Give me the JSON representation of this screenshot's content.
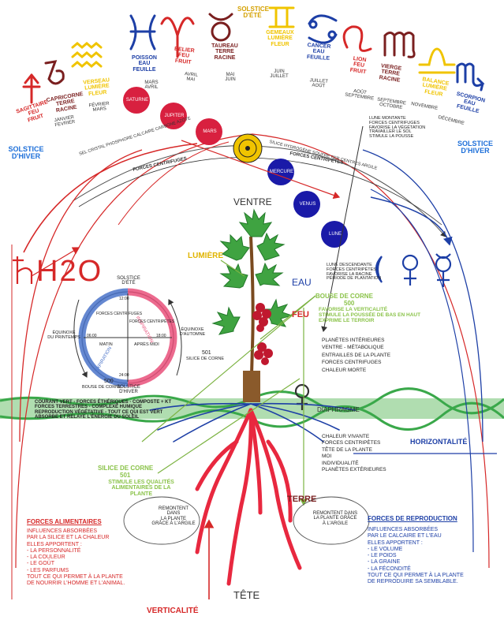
{
  "zodiac": [
    {
      "label": "SAGITTAIRE\nFEU\nFRUIT",
      "dates": "",
      "color": "#d62828"
    },
    {
      "label": "CAPRICORNE\nTERRE\nRACINE",
      "dates": "JANVIER\nFEVRIER",
      "color": "#7a1f1f"
    },
    {
      "label": "VERSEAU\nLUMIÈRE\nFLEUR",
      "dates": "FÉVRIER\nMARS",
      "color": "#f0c400"
    },
    {
      "label": "POISSON\nEAU\nFEUILLE",
      "dates": "MARS\nAVRIL",
      "color": "#1d3fa6"
    },
    {
      "label": "BELIER\nFEU\nFRUIT",
      "dates": "AVRIL\nMAI",
      "color": "#d62828"
    },
    {
      "label": "TAUREAU\nTERRE\nRACINE",
      "dates": "MAI\nJUIN",
      "color": "#7a1f1f"
    },
    {
      "label": "GEMEAUX\nLUMIÈRE\nFLEUR",
      "dates": "JUIN\nJUILLET",
      "color": "#f0c400"
    },
    {
      "label": "CANCER\nEAU\nFEUILLE",
      "dates": "JUILLET\nAOÛT",
      "color": "#1d3fa6"
    },
    {
      "label": "LION\nFEU\nFRUIT",
      "dates": "AOÛT\nSEPTEMBRE",
      "color": "#d62828"
    },
    {
      "label": "VIERGE\nTERRE\nRACINE",
      "dates": "SEPTEMBRE\nOCTOBRE",
      "color": "#7a1f1f"
    },
    {
      "label": "BALANCE\nLUMIÈRE\nFLEUR",
      "dates": "NOVEMBRE",
      "color": "#f0c400"
    },
    {
      "label": "SCORPION\nEAU\nFEUILLE",
      "dates": "DÉCEMBRE",
      "color": "#1d3fa6"
    }
  ],
  "solstices": {
    "ete": "SOLSTICE\nD'ÉTÉ",
    "hiver_left": "SOLSTICE\nD'HIVER",
    "hiver_right": "SOLSTICE\nD'HIVER"
  },
  "planets": {
    "saturne": "SATURNE",
    "jupiter": "JUPITER",
    "mars": "MARS",
    "mercure": "MERCURE",
    "venus": "VENUS",
    "lune": "LUNE"
  },
  "arc_texts": {
    "left": "SEL  CRISTAL  PHOSPHORE  CALCAIRE  CARBONE  AZOTE",
    "left_forces": "FORCES  CENTRIFUGES",
    "right": "SILICE  HYDROGÈNE  SOUFRE  FER  CENTRES  ARGILE",
    "right_forces": "FORCES  CENTRIPÈTES"
  },
  "lune_montante": "LUNE MONTANTE\nFORCES CENTRIFUGES\nFAVORISE LA VÉGÉTATION\nTRAVAILLER LE SOL\nSTIMULE LA POUSSE",
  "lune_descendante": "LUNE DESCENDANTE\nFORCES CENTRIPÈTES\nFAVORISE LA RACINE\nPÉRIODE DE PLANTATION",
  "h2o": "H2O",
  "center": {
    "ventre": "VENTRE",
    "lumiere": "LUMIÈRE",
    "eau": "EAU",
    "feu": "FEU",
    "terre": "TERRE",
    "tete": "TÊTE",
    "verticalite": "VERTICALITÉ",
    "horizontalite": "HORIZONTALITÉ",
    "diaphragme": "DIAPHRAGME"
  },
  "bouse": {
    "title": "BOUSE DE CORNE",
    "num": "500",
    "text": "FAVORISE LA VERTICALITÉ\nSTIMULE LA POUSSÉE DE BAS EN HAUT\nEXPRIME LE TERROIR"
  },
  "planetes_int": "PLANÈTES INTÉRIEURES\nVENTRE - MÉTABOLIQUE\nENTRAILLES DE LA PLANTE\nFORCES CENTRIFUGES\nCHALEUR MORTE",
  "chaleur_vivante": "CHALEUR VIVANTE\nFORCES CENTRIPÈTES\nTÊTE DE LA PLANTE\nMOI\nINDIVIDUALITÉ\nPLANÈTES EXTÉRIEURES",
  "courant": "COURANT VERT - FORCES ÉTHÉRIQUES - COMPOSTE + KT\nFORCES TERRESTRES - COMPLEXE HUMIQUE\nREPRODUCTION VÉGÉTATIVE - TOUT CE QUI EST VERT\nABSORBE ET RELAYE L'ÉNERGIE DU SOLEIL",
  "silice": {
    "title": "SILICE DE CORNE",
    "num": "501",
    "text": "STIMULE LES QUALITÉS\nALIMENTAIRES DE LA\nPLANTE"
  },
  "remontent_left": "REMONTENT\nDANS\nLA PLANTE\nGRÂCE À L'ARGILE",
  "remontent_right": "REMONTENT DANS\nLA PLANTE GRÂCE\nÀ L'ARGILE",
  "alimentaires": {
    "title": "FORCES ALIMENTAIRES",
    "lines": "INFLUENCES ABSORBÉES\nPAR LA SILICE ET LA CHALEUR\nELLES APPORTENT :\n- LA PERSONNALITÉ\n- LA COULEUR\n- LE GOÛT\n- LES PARFUMS\nTOUT CE QUI PERMET À LA PLANTE\nDE NOURRIR L'HOMME ET L'ANIMAL."
  },
  "reproduction": {
    "title": "FORCES DE REPRODUCTION",
    "lines": "INFLUENCES ABSORBÉES\nPAR LE CALCAIRE ET L'EAU\nELLES APPORTENT :\n- LE VOLUME\n- LE POIDS\n- LA GRAINE\n- LA FÉCONDITÉ\nTOUT CE QUI PERMET À LA PLANTE\nDE REPRODUIRE SA SEMBLABLE."
  },
  "cycle": {
    "solstice_ete": "SOLSTICE\nD'ÉTÉ",
    "solstice_hiver": "SOLSTICE\nD'HIVER",
    "equinoxe_printemps": "ÉQUINOXE\nDU PRINTEMPS",
    "equinoxe_automne": "ÉQUINOXE\nD'AUTOMNE",
    "t12": "12:00",
    "t18": "18:00",
    "t06": "06:00",
    "t24": "24:00",
    "inspiration": "INSPIRATION",
    "expiration": "EXPIRATION",
    "forces_cfuges": "FORCES CENTRIFUGES",
    "forces_cpetes": "FORCES CENTRIPÈTES",
    "matin": "MATIN",
    "apres_midi": "APRÈS MIDI",
    "n501": "501",
    "silice_corne": "SILICE DE CORNE",
    "n500": "500",
    "bouse_corne": "BOUSE DE CORNE"
  },
  "colors": {
    "red": "#d62828",
    "blue": "#1d3fa6",
    "yellow": "#f0c400",
    "green": "#2e9e3a",
    "lime": "#8bc34a",
    "black": "#1a1a1a"
  }
}
